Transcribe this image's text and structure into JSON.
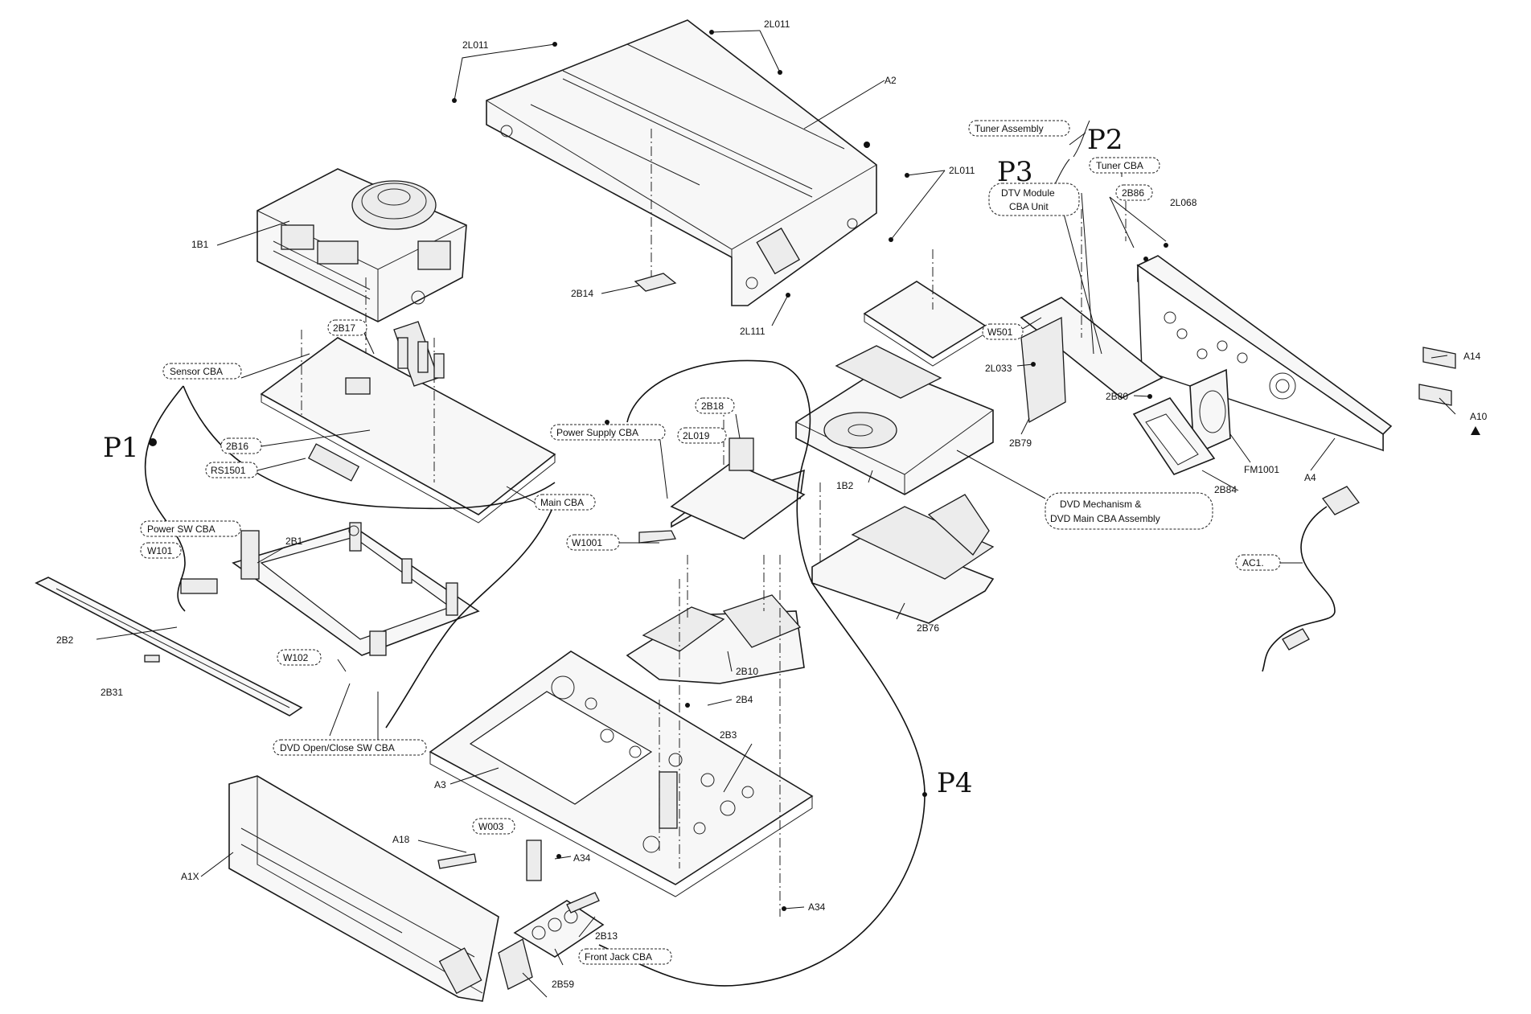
{
  "labels": {
    "a2": "A2",
    "l011_tl": "2L011",
    "l011_tr": "2L011",
    "l011_r": "2L011",
    "b14": "2B14",
    "l111": "2L111",
    "b1_1": "1B1",
    "b17": "2B17",
    "sensor_cba": "Sensor CBA",
    "b16": "2B16",
    "rs1501": "RS1501",
    "main_cba": "Main CBA",
    "power_sw_cba": "Power SW CBA",
    "w101": "W101",
    "b1_2": "2B1",
    "b2": "2B2",
    "b31": "2B31",
    "w102": "W102",
    "dvd_openclose": "DVD Open/Close SW CBA",
    "b18": "2B18",
    "l019": "2L019",
    "power_supply_cba": "Power Supply CBA",
    "w1001": "W1001",
    "b10": "2B10",
    "b4": "2B4",
    "b3": "2B3",
    "a3": "A3",
    "w003": "W003",
    "a18": "A18",
    "a34_1": "A34",
    "a34_2": "A34",
    "a1x": "A1X",
    "b13": "2B13",
    "front_jack_cba": "Front Jack CBA",
    "b59": "2B59",
    "tuner_assembly": "Tuner Assembly",
    "tuner_cba": "Tuner CBA",
    "dtv_module_1": "DTV Module",
    "dtv_module_2": "CBA Unit",
    "b86": "2B86",
    "l068": "2L068",
    "w501": "W501",
    "l033": "2L033",
    "b80": "2B80",
    "b79": "2B79",
    "b2_1": "1B2",
    "dvd_mech_1": "DVD Mechanism &",
    "dvd_mech_2": "DVD Main CBA Assembly",
    "b76": "2B76",
    "fm1001": "FM1001",
    "b84": "2B84",
    "a4": "A4",
    "a14": "A14",
    "a10": "A10",
    "ac1": "AC1."
  },
  "handwritten": {
    "p1": "P1",
    "p2": "P2",
    "p3": "P3",
    "p4": "P4"
  }
}
